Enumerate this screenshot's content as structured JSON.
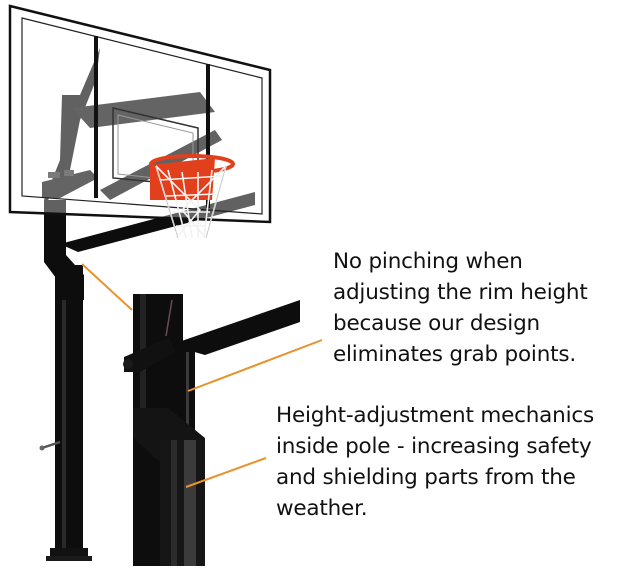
{
  "image": {
    "subject": "In-ground basketball hoop with glass backboard, orange rim, white net, black pole",
    "inset": "Close-up of pole and height-adjustment bracket"
  },
  "callouts": [
    {
      "lines": [
        "No pinching when",
        "adjusting the rim height",
        "because our design",
        "eliminates grab points."
      ]
    },
    {
      "lines": [
        "Height-adjustment mechanics",
        "inside pole - increasing safety",
        "and shielding parts from the",
        "weather."
      ]
    }
  ],
  "colors": {
    "leader_line": "#e8922e",
    "rim": "#e2401c",
    "pole": "#0e0e0e",
    "text": "#111111",
    "background": "#ffffff"
  }
}
